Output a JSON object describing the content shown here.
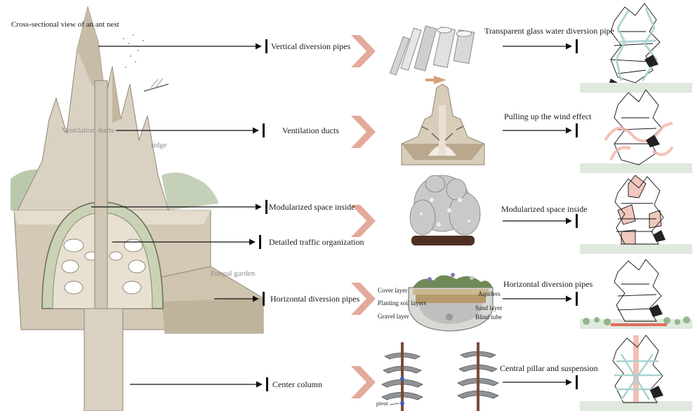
{
  "nest": {
    "title": "Cross-sectional view of an ant nest",
    "ventilation_label": "Ventilation ducts",
    "ridge_label": "ridge",
    "fungal_label": "Fungal garden"
  },
  "rows": [
    {
      "concept": "Vertical diversion pipes",
      "strategy": "Transparent glass water diversion pipe"
    },
    {
      "concept": "Ventilation ducts",
      "strategy": "Pulling up the wind effect"
    },
    {
      "concept": "Modularized space inside",
      "strategy": "Modularized space inside"
    },
    {
      "concept": "Detailed traffic organization"
    },
    {
      "concept": "Horizontal diversion pipes",
      "strategy": "Horizontal diversion pipes"
    },
    {
      "concept": "Center column",
      "strategy": "Central pillar and suspension"
    }
  ],
  "soil_section": {
    "cover": "Cover layer",
    "planting": "Planting soil layers",
    "gravel": "Gravel layer",
    "aquifers": "Aquifers",
    "sand": "Sand layer",
    "blind": "Blind tube"
  },
  "pillar": {
    "pivot": "pivot"
  },
  "colors": {
    "accent": "#e3aa9c",
    "highlight": "#f2c7bd",
    "glass": "#a8d3d0",
    "ground": "#dfe9dd",
    "nest": "#d9d2c3",
    "nest_dark": "#b9ad98"
  }
}
